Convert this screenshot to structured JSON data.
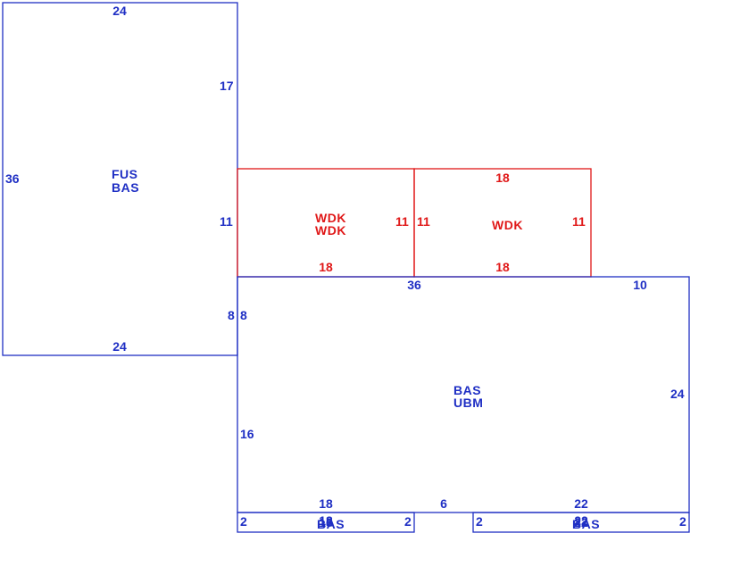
{
  "sketch": {
    "fus_area": {
      "labels": [
        "FUS",
        "BAS"
      ],
      "dims": {
        "top": "24",
        "bottom": "24",
        "left": "36",
        "right_upper": "17",
        "right_mid": "11",
        "right_lower": "8"
      }
    },
    "wdk_left": {
      "labels": [
        "WDK",
        "WDK"
      ],
      "dims": {
        "bottom": "18",
        "right": "11"
      }
    },
    "wdk_right": {
      "labels": [
        "WDK"
      ],
      "dims": {
        "top": "18",
        "bottom": "18",
        "left": "11",
        "right": "11"
      }
    },
    "main_area": {
      "labels": [
        "BAS",
        "UBM"
      ],
      "dims": {
        "top_left": "36",
        "top_right": "10",
        "left_upper": "8",
        "left_lower": "16",
        "right": "24",
        "bottom_left": "18",
        "bottom_mid": "6",
        "bottom_right": "22"
      }
    },
    "strip_left": {
      "labels": [
        "BAS"
      ],
      "dims": {
        "left": "2",
        "right": "2",
        "top": "18",
        "bottom": "18"
      }
    },
    "strip_right": {
      "labels": [
        "BAS"
      ],
      "dims": {
        "left": "2",
        "right": "2",
        "top": "22",
        "bottom": "22"
      }
    },
    "colors": {
      "base": "#1f2fc4",
      "deck": "#e01818"
    }
  }
}
